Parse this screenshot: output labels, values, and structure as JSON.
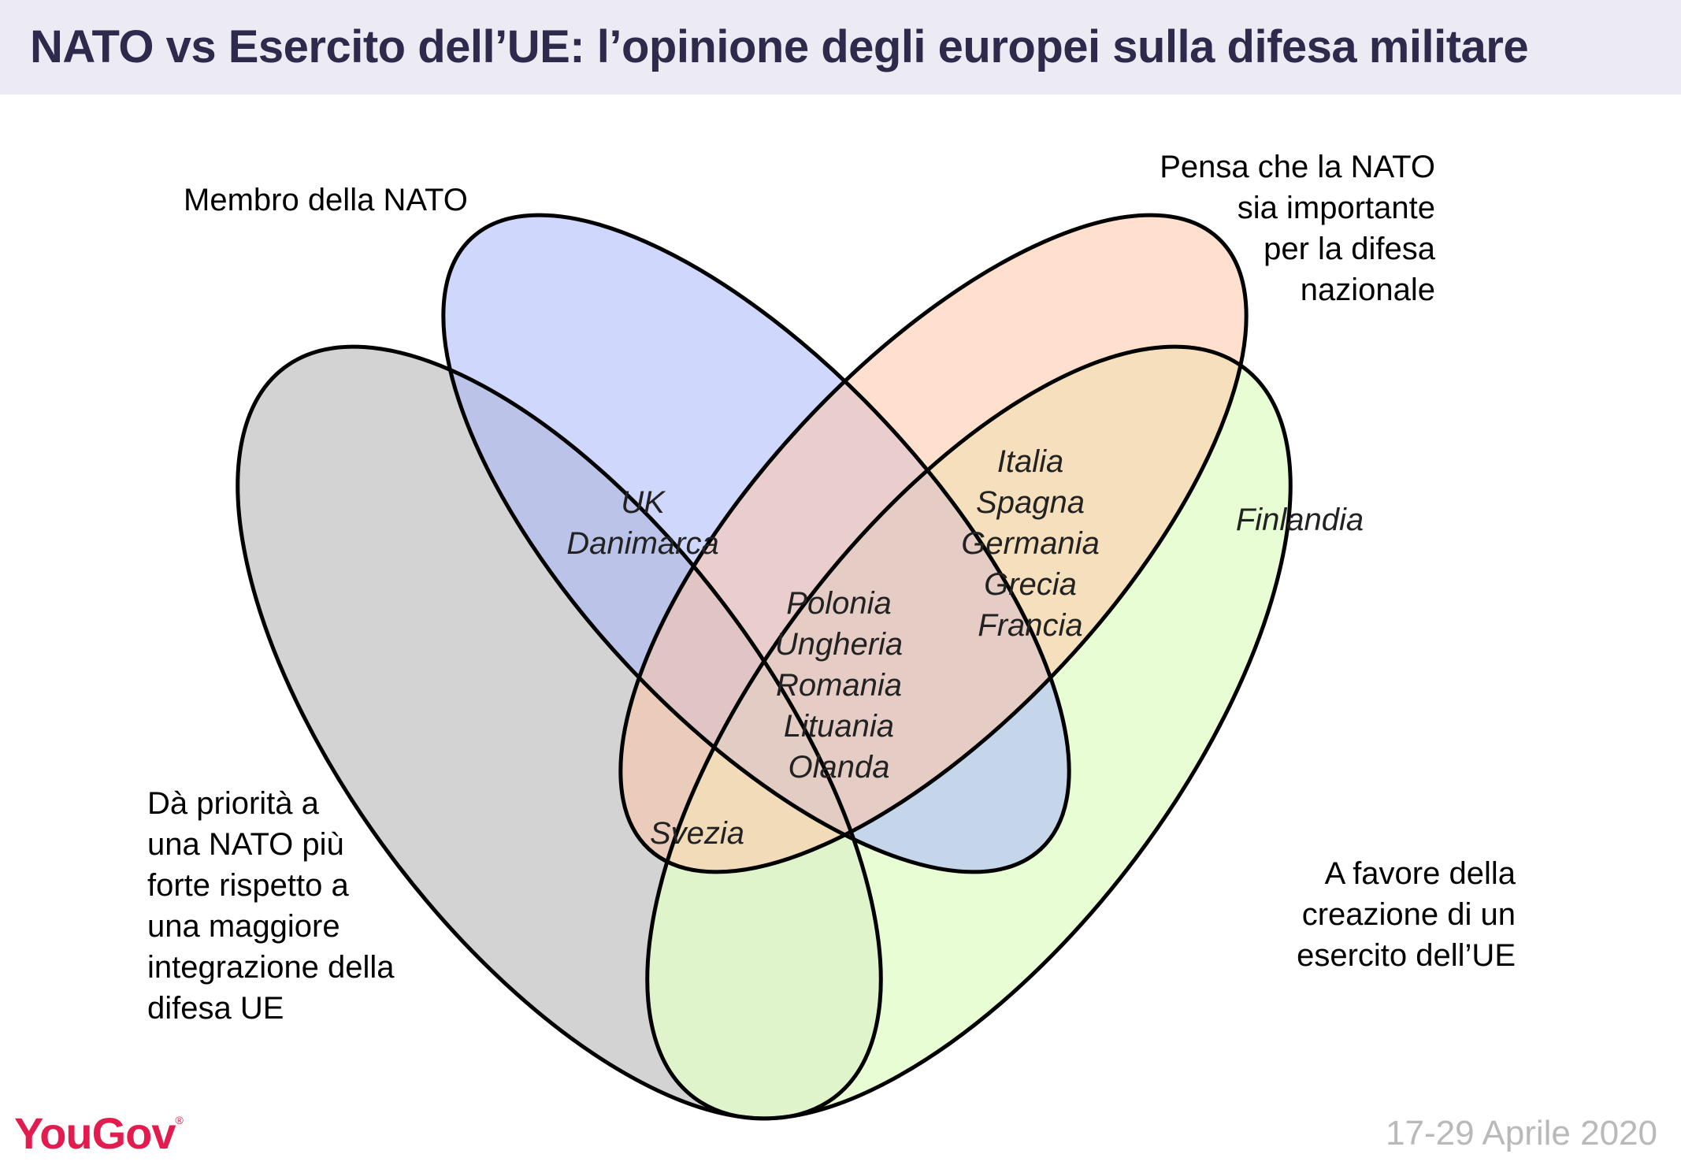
{
  "title": "NATO vs Esercito dell’UE: l’opinione degli europei sulla difesa militare",
  "colors": {
    "nato_member": "#cbd3fc",
    "nato_important": "#ffdcc8",
    "prioritize_nato": "#d3d3d3",
    "eu_army": "#e3fcca",
    "title_bar": "#ecebf4",
    "logo": "#e21c4e"
  },
  "sets": {
    "nato_member": {
      "label": "Membro della NATO"
    },
    "nato_important": {
      "lines": [
        "Pensa che la NATO",
        "sia importante",
        "per la difesa",
        "nazionale"
      ]
    },
    "prioritize_nato": {
      "lines": [
        "Dà priorità a",
        "una NATO più",
        "forte rispetto a",
        "una maggiore",
        "integrazione della",
        "difesa UE"
      ]
    },
    "eu_army": {
      "lines": [
        "A favore della",
        "creazione di un",
        "esercito dell’UE"
      ]
    }
  },
  "regions": {
    "uk_dk": [
      "UK",
      "Danimarca"
    ],
    "center": [
      "Polonia",
      "Ungheria",
      "Romania",
      "Lituania",
      "Olanda"
    ],
    "italy_group": [
      "Italia",
      "Spagna",
      "Germania",
      "Grecia",
      "Francia"
    ],
    "finland": [
      "Finlandia"
    ],
    "sweden": [
      "Svezia"
    ]
  },
  "footer": {
    "logo": "YouGov",
    "date": "17-29 Aprile 2020"
  }
}
